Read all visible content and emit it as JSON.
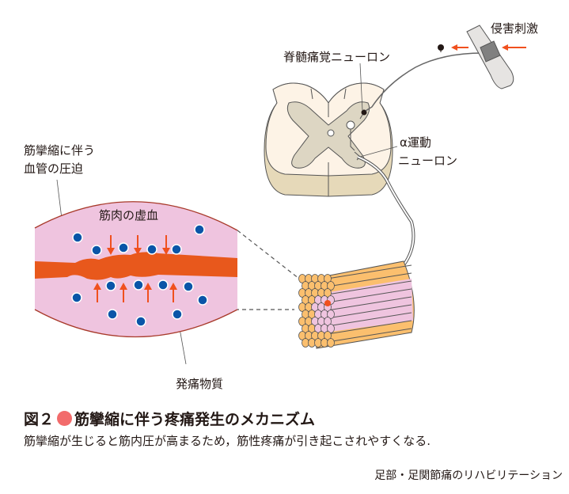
{
  "labels": {
    "noxious_stimulus": "侵害刺激",
    "spinal_pain_neuron": "脊髄痛覚ニューロン",
    "alpha_motor_neuron_line1": "α運動",
    "alpha_motor_neuron_line2": "ニューロン",
    "vessel_compression_line1": "筋攣縮に伴う",
    "vessel_compression_line2": "血管の圧迫",
    "muscle_ischemia": "筋肉の虚血",
    "pain_substance": "発痛物質"
  },
  "caption": {
    "figure_number": "図２",
    "title": "筋攣縮に伴う疼痛発生のメカニズム",
    "description": "筋攣縮が生じると筋内圧が高まるため，筋性疼痛が引き起こされやすくなる.",
    "source": "足部・足関節痛のリハビリテーション"
  },
  "colors": {
    "accent_arrow": "#f0501e",
    "caption_dot": "#f26b6b",
    "muscle_pink": "#efc4df",
    "muscle_border": "#a83a2a",
    "vessel": "#e8581c",
    "substance_dot": "#0a55a8",
    "fiber_orange": "#fbbf6e",
    "cord_light": "#fdf3e6",
    "cord_grey": "#ddd6c3",
    "cord_base": "#e6d9b9"
  }
}
